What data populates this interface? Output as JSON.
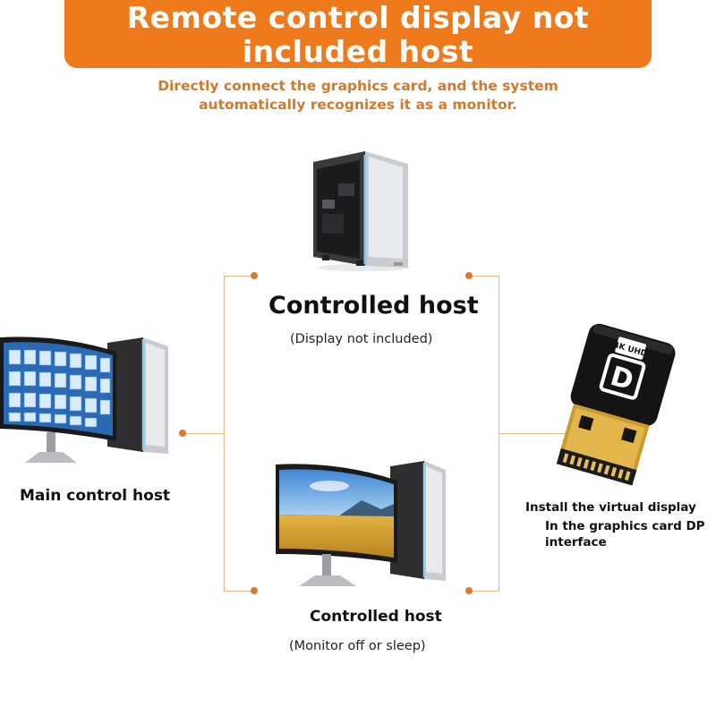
{
  "header": {
    "title_line1": "Remote control display not",
    "title_line2": "included host",
    "subtitle_line1": "Directly connect the graphics card, and the system",
    "subtitle_line2": "automatically recognizes it as a monitor."
  },
  "nodes": {
    "controlled_host_top": {
      "title": "Controlled host",
      "subtitle": "(Display not included)"
    },
    "main_control_host": {
      "title": "Main control host"
    },
    "controlled_host_bottom": {
      "title": "Controlled host",
      "subtitle": "(Monitor off or sleep)"
    },
    "virtual_display": {
      "line1": "Install the virtual display",
      "line2": "In the graphics card DP",
      "line3": "interface"
    }
  },
  "adapter": {
    "logo_text": "D",
    "badge_text": "4K UHD"
  },
  "colors": {
    "accent": "#ee7a1c",
    "subtitle": "#d07a2e",
    "connector": "#e9b88c",
    "dot": "#e07b25"
  }
}
